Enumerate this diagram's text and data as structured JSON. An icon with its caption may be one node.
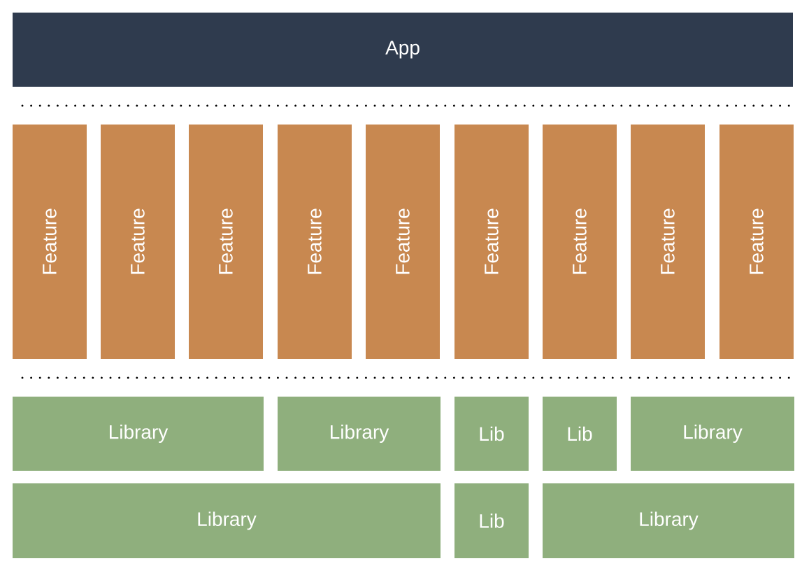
{
  "diagram": {
    "nodes": [
      {
        "text": [
          "App"
        ]
      },
      {
        "text": [
          "Feature"
        ]
      },
      {
        "text": [
          "Feature"
        ]
      },
      {
        "text": [
          "Feature"
        ]
      },
      {
        "text": [
          "Feature"
        ]
      },
      {
        "text": [
          "Feature"
        ]
      },
      {
        "text": [
          "Feature"
        ]
      },
      {
        "text": [
          "Feature"
        ]
      },
      {
        "text": [
          "Feature"
        ]
      },
      {
        "text": [
          "Feature"
        ]
      },
      {
        "text": [
          "Library"
        ]
      },
      {
        "text": [
          "Library"
        ]
      },
      {
        "text": [
          "Lib"
        ]
      },
      {
        "text": [
          "Lib"
        ]
      },
      {
        "text": [
          "Library"
        ]
      },
      {
        "text": [
          "Library"
        ]
      },
      {
        "text": [
          "Lib"
        ]
      },
      {
        "text": [
          "Library"
        ]
      }
    ]
  }
}
